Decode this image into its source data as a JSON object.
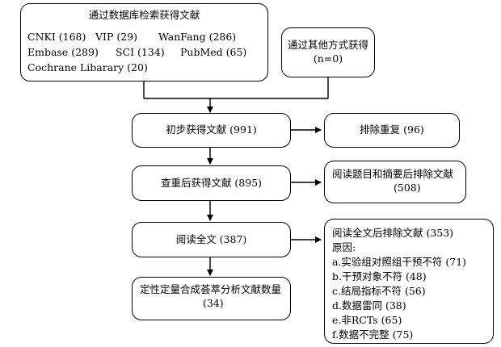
{
  "search_box": {
    "title": "通过数据库检索获得文献",
    "sources": {
      "cnki": "CNKI (168)",
      "vip": "VIP (29)",
      "wanfang": "WanFang (286)",
      "embase": "Embase (289)",
      "sci": "SCI (134)",
      "pubmed": "PubMed (65)",
      "cochrane": "Cochrane Libarary (20)"
    }
  },
  "other_box": {
    "line1": "通过其他方式获得",
    "line2": "(n=0)"
  },
  "initial_box": {
    "label": "初步获得文献 (991)"
  },
  "dup_box": {
    "label": "排除重复 (96)"
  },
  "dedup_box": {
    "label": "查重后获得文献 (895)"
  },
  "title_abs_box": {
    "line1": "阅读题目和摘要后排除文献",
    "line2": "(508)"
  },
  "fulltext_box": {
    "label": "阅读全文 (387)"
  },
  "fulltext_excl_box": {
    "title": "阅读全文后排除文献 (353)",
    "reason_label": "原因:",
    "reasons": [
      "a.实验组对照组干预不符 (71)",
      "b.干预对象不符 (48)",
      "c.结局指标不符 (56)",
      "d.数据雷同 (38)",
      "e.非RCTs (65)",
      "f.数据不完整 (75)"
    ]
  },
  "final_box": {
    "line1": "定性定量合成荟萃分析文献数量",
    "line2": "(34)"
  }
}
